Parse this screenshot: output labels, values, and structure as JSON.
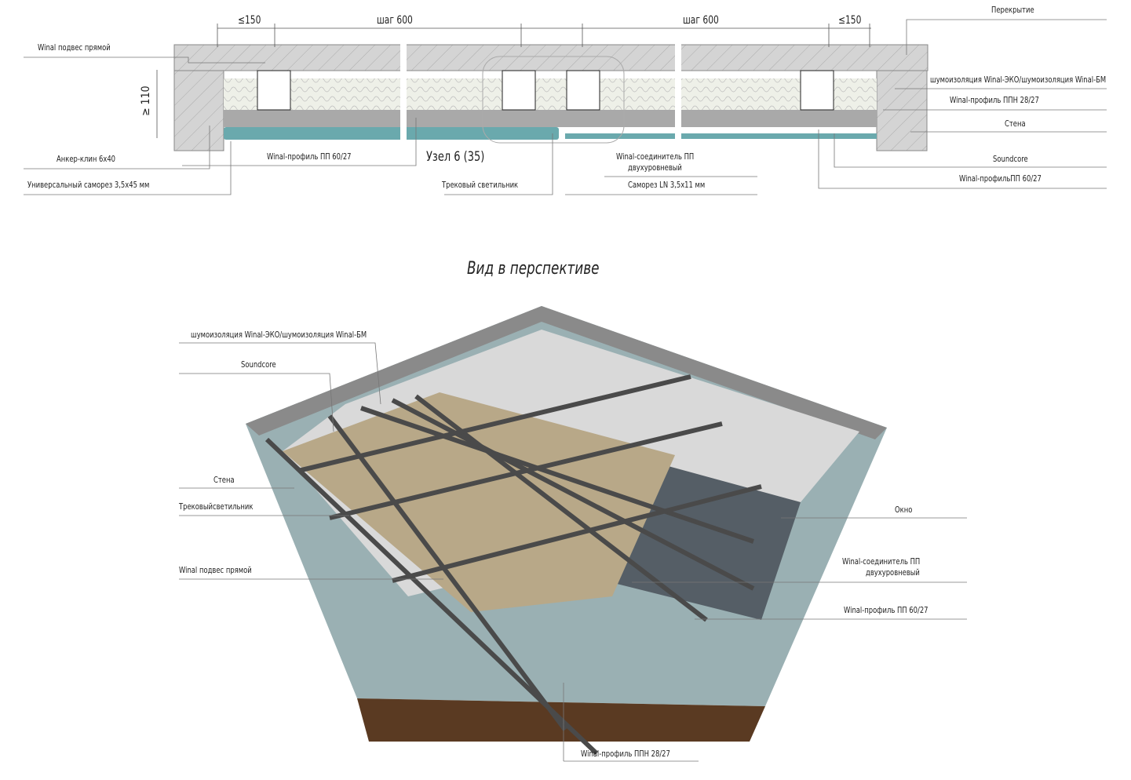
{
  "section": {
    "dims": {
      "left_edge": "≤150",
      "step_left": "шаг  600",
      "step_right": "шаг  600",
      "right_edge": "≤150",
      "height": "≥ 110"
    },
    "node_label": "Узел 6 (35)",
    "labels": {
      "hanger": "Winal подвес прямой",
      "anchor": "Анкер-клин 6x40",
      "screw_universal": "Универсальный саморез 3,5x45 мм",
      "profile_pp_left": "Winal-профиль ПП 60/27",
      "track_light": "Трековый светильник",
      "connector": "Winal-соединитель ПП",
      "connector_2": "двухуровневый",
      "screw_ln": "Саморез LN 3,5x11 мм",
      "slab": "Перекрытие",
      "insulation": "шумоизоляция Winal-ЭКО/шумоизоляция Winal-БМ",
      "profile_ppn": "Winal-профиль ППН 28/27",
      "wall": "Стена",
      "soundcore": "Soundcore",
      "profile_pp_right": "Winal-профильПП 60/27"
    }
  },
  "perspective": {
    "title": "Вид в перспективе",
    "labels": {
      "insulation": "шумоизоляция Winal-ЭКО/шумоизоляция Winal-БМ",
      "soundcore": "Soundcore",
      "wall": "Стена",
      "track_light": "Трековыйсветильник",
      "hanger": "Winal подвес прямой",
      "window": "Окно",
      "connector": "Winal-соединитель ПП",
      "connector_2": "двухуровневый",
      "profile_pp": "Winal-профиль ПП 60/27",
      "profile_ppn": "Winal-профиль ППН 28/27"
    }
  },
  "colors": {
    "concrete": "#d4d4d4",
    "board": "#a9a9a9",
    "teal": "#6aa9ad",
    "wall": "#a3b8bb",
    "floor": "#5a3a22",
    "mat": "#b8a888",
    "profile": "#4a4a4a"
  }
}
